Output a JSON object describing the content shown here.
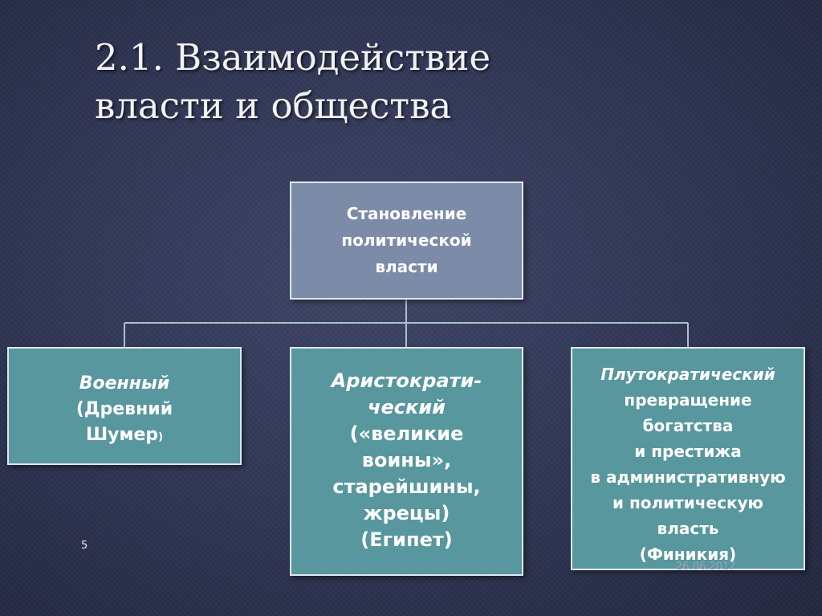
{
  "slide": {
    "title_lines": [
      "2.1. Взаимодействие",
      "власти и общества"
    ],
    "page_number": "5",
    "date": "26.06.2017"
  },
  "diagram": {
    "root": {
      "lines": [
        "Становление",
        "политической",
        "власти"
      ]
    },
    "children": [
      {
        "heading": "Военный",
        "lines": [
          "(Древний",
          "Шумер"
        ],
        "suffix": ")"
      },
      {
        "heading_lines": [
          "Аристократи-",
          "ческий"
        ],
        "lines": [
          "(«великие",
          "воины»,",
          "старейшины,",
          "жрецы)",
          "(Египет)"
        ]
      },
      {
        "heading": "Плутократический",
        "lines": [
          "превращение",
          "богатства",
          "и престижа",
          "в административную",
          "и политическую",
          "власть",
          "(Финикия)"
        ]
      }
    ]
  },
  "colors": {
    "background": "#2f3553",
    "root_box": "#7b8ba8",
    "child_box": "#58979e",
    "connector": "#a7c3cb",
    "box_border": "#dfe6ee"
  }
}
